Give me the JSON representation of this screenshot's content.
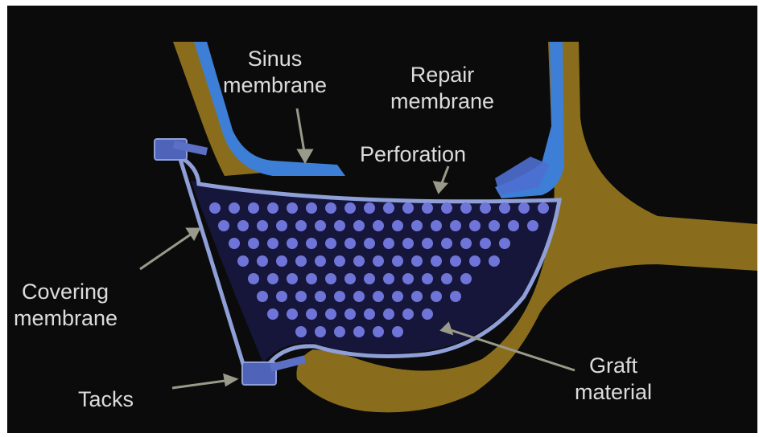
{
  "diagram": {
    "labels": {
      "sinus_membrane": [
        "Sinus",
        "membrane"
      ],
      "repair_membrane": [
        "Repair",
        "membrane"
      ],
      "perforation": "Perforation",
      "covering_membrane": [
        "Covering",
        "membrane"
      ],
      "tacks": "Tacks",
      "graft_material": [
        "Graft",
        "material"
      ]
    },
    "colors": {
      "background": "#0b0b0b",
      "bone": "#8a6d1c",
      "sinus_membrane": "#3d7fd6",
      "covering_membrane": "#8f9fd8",
      "graft_particles": "#6f74d8",
      "tacks": "#4f63b8",
      "label_text": "#dcdcdc",
      "arrows": "#9a9a8a"
    }
  }
}
